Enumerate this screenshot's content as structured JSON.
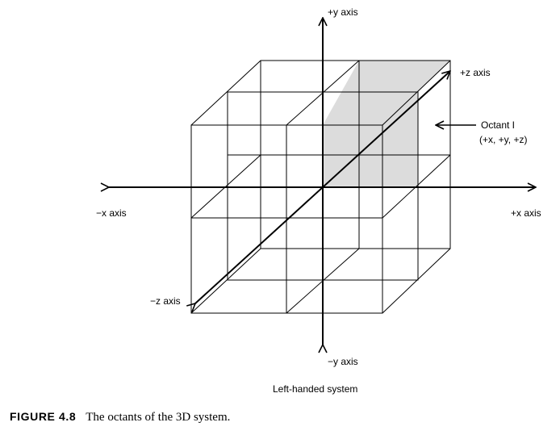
{
  "labels": {
    "plus_y_axis": "+y axis",
    "minus_y_axis": "−y axis",
    "plus_x_axis": "+x axis",
    "minus_x_axis": "−x axis",
    "plus_z_axis": "+z axis",
    "minus_z_axis": "−z axis",
    "octant_name": "Octant I",
    "octant_coords": "(+x, +y, +z)",
    "system_label": "Left-handed system"
  },
  "caption": {
    "figure_label": "FIGURE 4.8",
    "text": "The octants of the 3D system."
  },
  "colors": {
    "octant_fill": "#dcdcdc",
    "line": "#000000"
  }
}
